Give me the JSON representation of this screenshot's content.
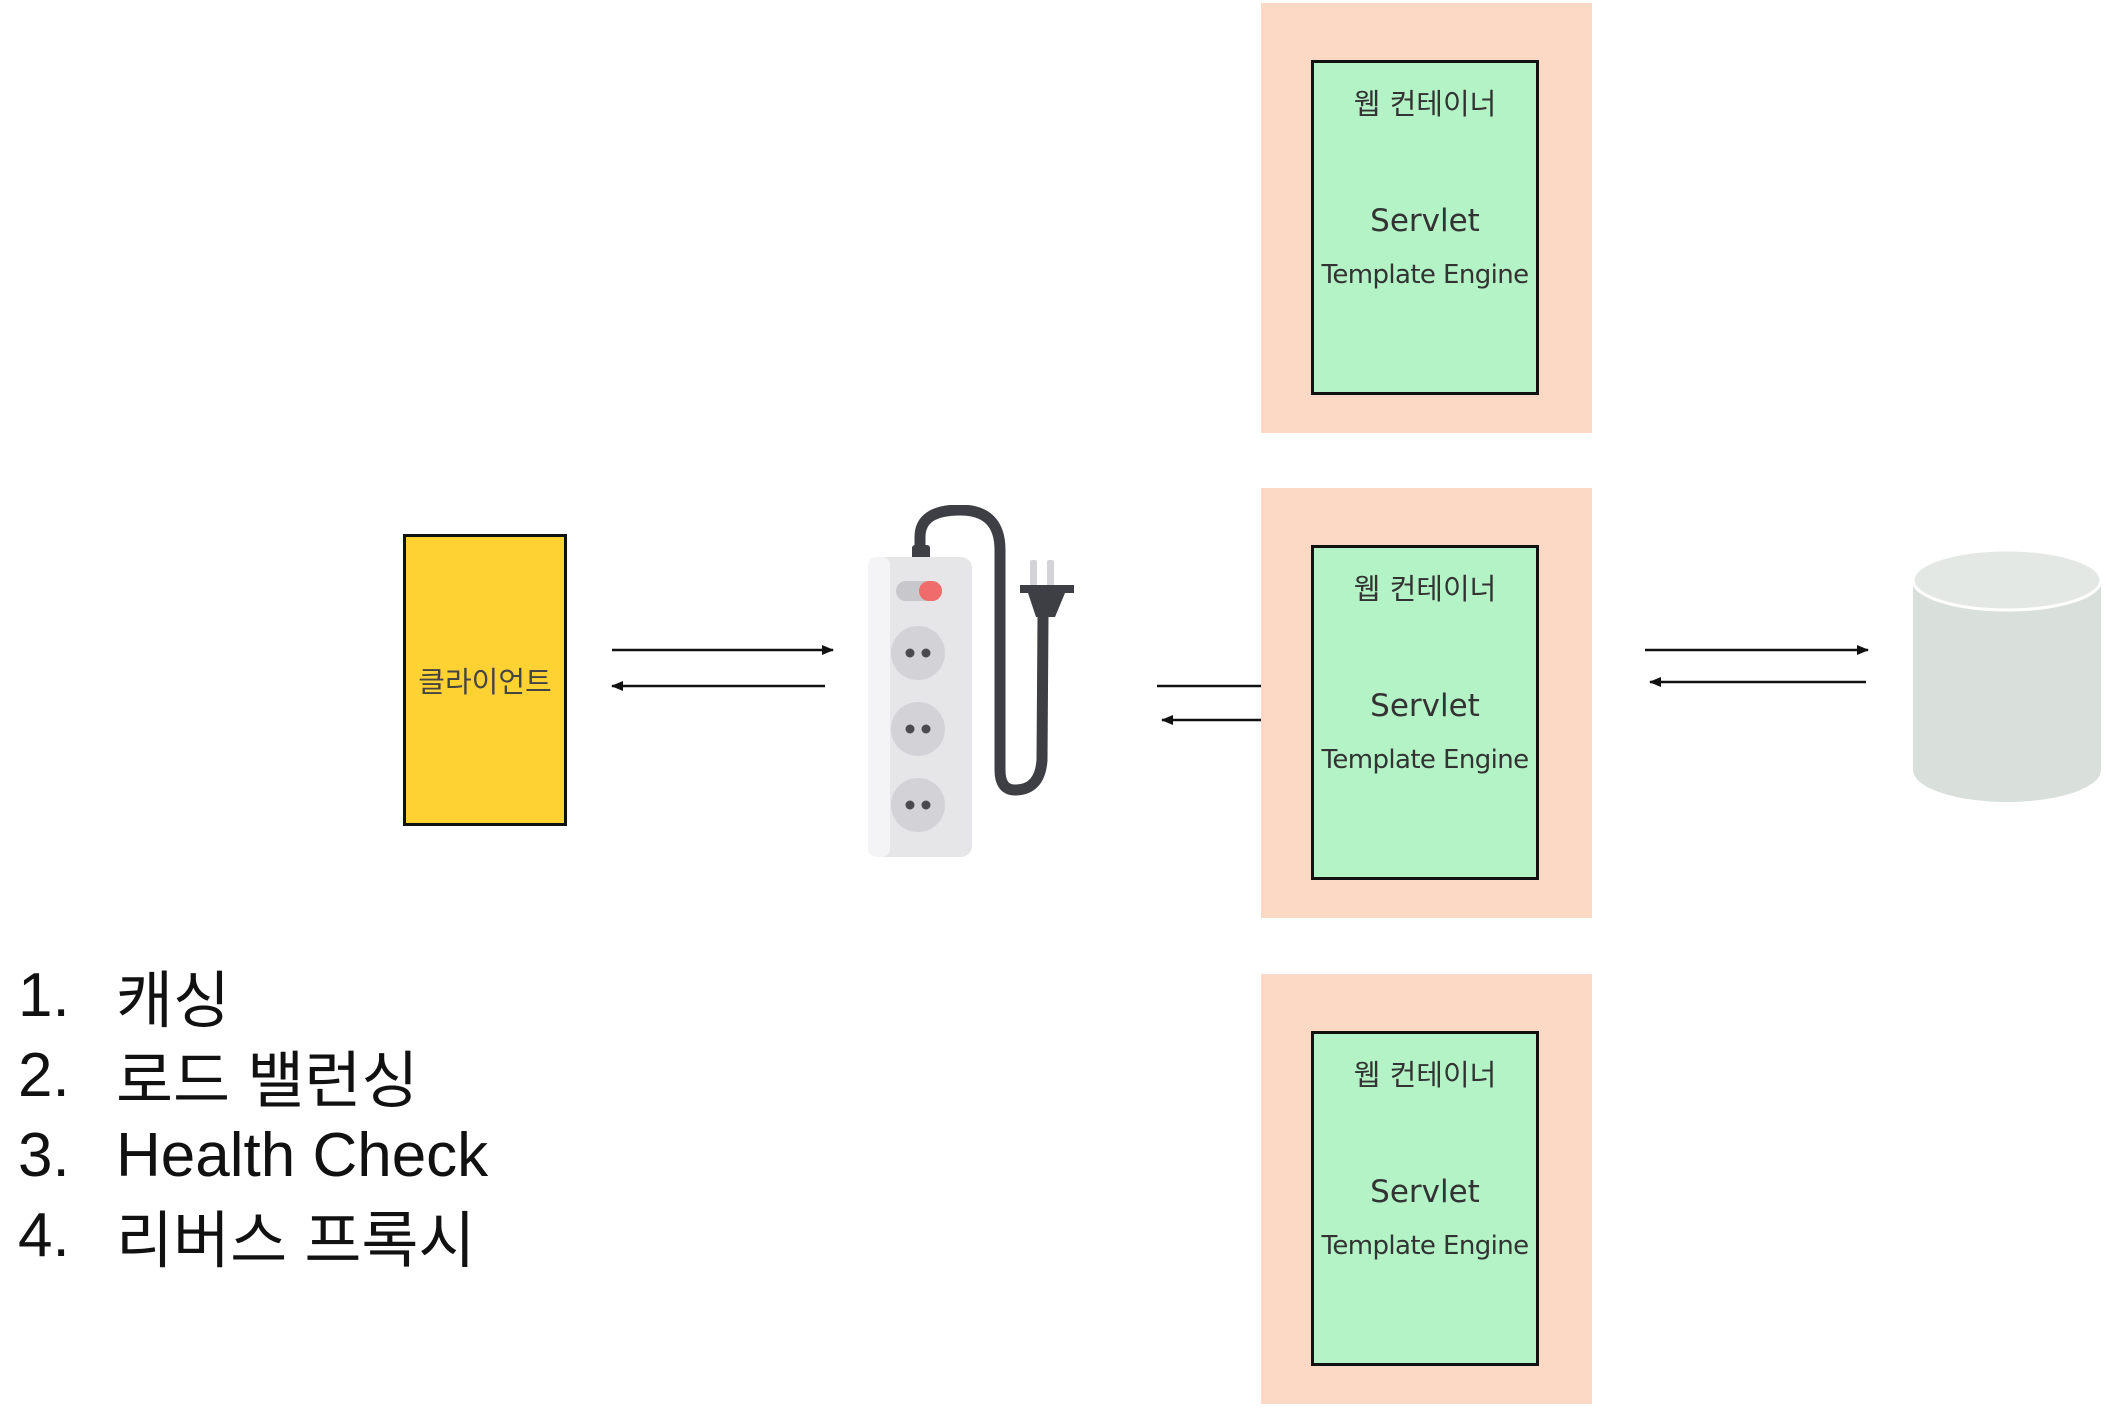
{
  "client": {
    "label": "클라이언트"
  },
  "containers": [
    {
      "title": "웹 컨테이너",
      "servlet": "Servlet",
      "engine": "Template Engine"
    },
    {
      "title": "웹 컨테이너",
      "servlet": "Servlet",
      "engine": "Template Engine"
    },
    {
      "title": "웹 컨테이너",
      "servlet": "Servlet",
      "engine": "Template Engine"
    }
  ],
  "proxy": {
    "icon": "power-strip-icon"
  },
  "database": {
    "icon": "database-cylinder-icon"
  },
  "features": [
    {
      "num": "1.",
      "text": "캐싱"
    },
    {
      "num": "2.",
      "text": "로드 밸런싱"
    },
    {
      "num": "3.",
      "text": "Health Check"
    },
    {
      "num": "4.",
      "text": "리버스 프록시"
    }
  ],
  "colors": {
    "client": "#fed233",
    "container_outer": "#fcd9c4",
    "container_inner": "#b3f3c5",
    "database": "#d9e0dc"
  }
}
